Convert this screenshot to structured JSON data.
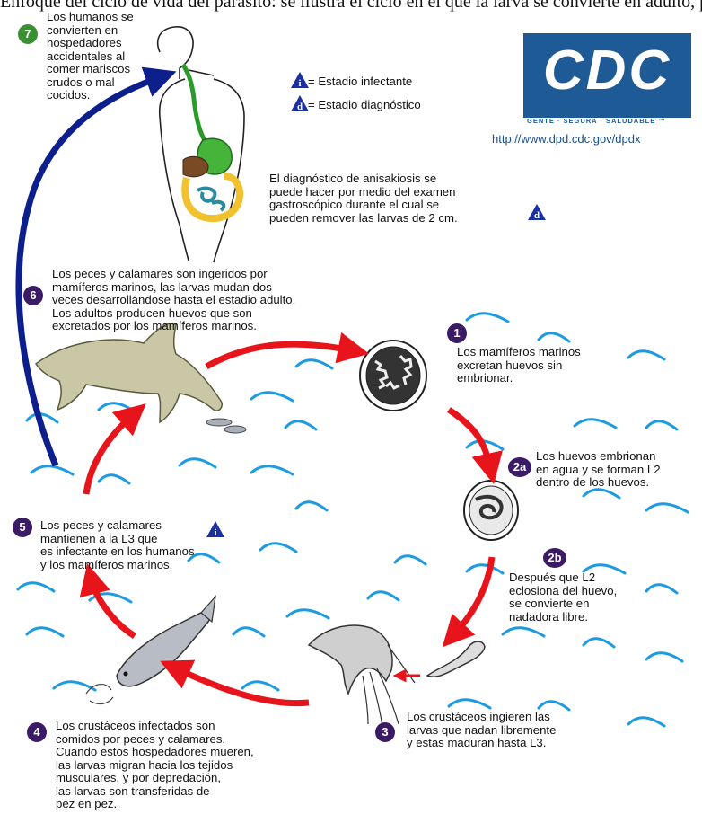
{
  "header_text": "Enfoque del ciclo de vida del parásito: se ilustra el ciclo en el que la larva se convierte en adulto, pero se transforma",
  "cdc": {
    "logo": "CDC",
    "tagline": "GENTE · SEGURA · SALUDABLE ™",
    "url": "http://www.dpd.cdc.gov/dpdx"
  },
  "legend": {
    "infective_symbol": "i",
    "infective_label": "= Estadio infectante",
    "diagnostic_symbol": "d",
    "diagnostic_label": "= Estadio diagnóstico"
  },
  "diagnosis": {
    "text": "El diagnóstico de anisakiosis se\npuede hacer por medio del examen\ngastroscópico durante el cual se\npueden remover las larvas de 2 cm.",
    "symbol": "d"
  },
  "steps": [
    {
      "number": "7",
      "color": "#3a8f33",
      "text": "Los humanos se\nconvierten en\nhospedadores\naccidentales al\ncomer mariscos\ncrudos o mal\ncocidos."
    },
    {
      "number": "6",
      "color": "#3b1a66",
      "text": "Los peces y calamares son ingeridos por\nmamíferos marinos, las larvas mudan dos\nveces desarrollándose hasta el estadio adulto.\nLos adultos producen huevos que son\nexcretados por los mamíferos marinos."
    },
    {
      "number": "1",
      "color": "#3b1a66",
      "text": "Los mamíferos marinos\nexcretan huevos sin\nembrionar."
    },
    {
      "number": "2a",
      "color": "#3b1a66",
      "text": "Los huevos embrionan\nen agua y se forman L2\ndentro de los huevos."
    },
    {
      "number": "2b",
      "color": "#3b1a66",
      "text": "Después que L2\neclosiona del huevo,\nse convierte en\nnadadora libre."
    },
    {
      "number": "3",
      "color": "#3b1a66",
      "text": "Los crustáceos ingieren las\nlarvas que nadan libremente\ny estas maduran hasta L3."
    },
    {
      "number": "4",
      "color": "#3b1a66",
      "text": "Los crustáceos infectados son\ncomidos por peces y calamares.\nCuando estos hospedadores mueren,\nlas larvas migran hacia los tejidos\nmusculares, y por depredación,\nlas larvas son transferidas de\npez en pez."
    },
    {
      "number": "5",
      "color": "#3b1a66",
      "text": "Los peces y calamares\nmantienen a la L3 que\nes infectante en los humanos\ny los mamíferos marinos.",
      "symbol": "i"
    }
  ],
  "colors": {
    "cycle_arrow": "#e8141b",
    "human_arrow": "#0d1f8c",
    "water": "#1e9be0",
    "badge_green": "#3a8f33",
    "badge_purple": "#3b1a66",
    "cdc_blue": "#1e5a96"
  }
}
